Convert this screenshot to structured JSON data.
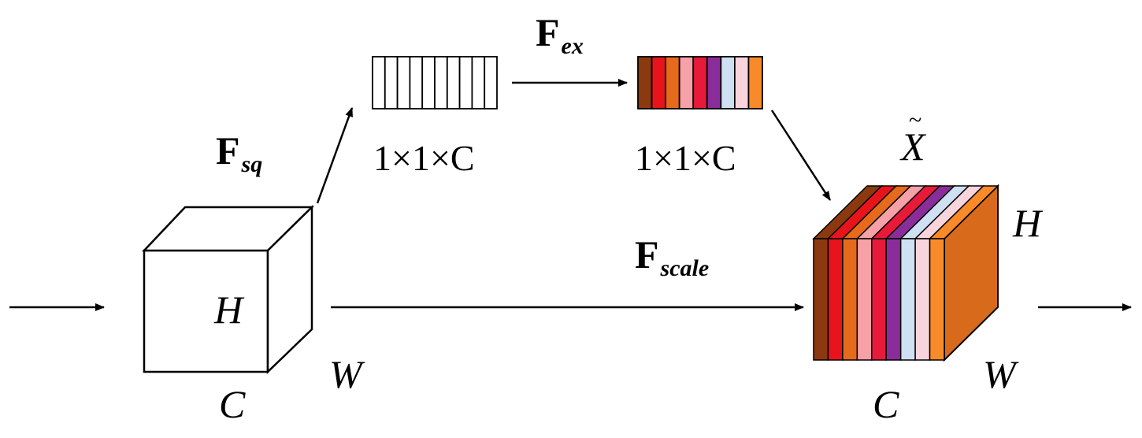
{
  "labels": {
    "f_sq_main": "F",
    "f_sq_sub": "sq",
    "f_ex_main": "F",
    "f_ex_sub": "ex",
    "f_scale_main": "F",
    "f_scale_sub": "scale",
    "squeeze_dim": "1×1×C",
    "excite_dim": "1×1×C",
    "input_h": "H",
    "input_w": "W",
    "input_c": "C",
    "output_h": "H",
    "output_w": "W",
    "output_c": "C",
    "output_x": "X",
    "output_tilde": "~"
  },
  "colors": {
    "squeeze_vector": [
      "#ffffff",
      "#ffffff",
      "#ffffff",
      "#ffffff",
      "#ffffff",
      "#ffffff",
      "#ffffff",
      "#ffffff",
      "#ffffff",
      "#ffffff"
    ],
    "excite_vector": [
      "#8b3a0f",
      "#e8141c",
      "#e66a1c",
      "#f6a0a8",
      "#e81a3a",
      "#8a2d9a",
      "#cfe0f2",
      "#f8d4dc",
      "#f88a2a"
    ],
    "output_slices": [
      "#8b3a0f",
      "#e8141c",
      "#e66a1c",
      "#f6a0a8",
      "#e81a3a",
      "#8a2d9a",
      "#cfe0f2",
      "#f8d4dc",
      "#f88a2a"
    ],
    "output_side": "#d86a1c"
  }
}
